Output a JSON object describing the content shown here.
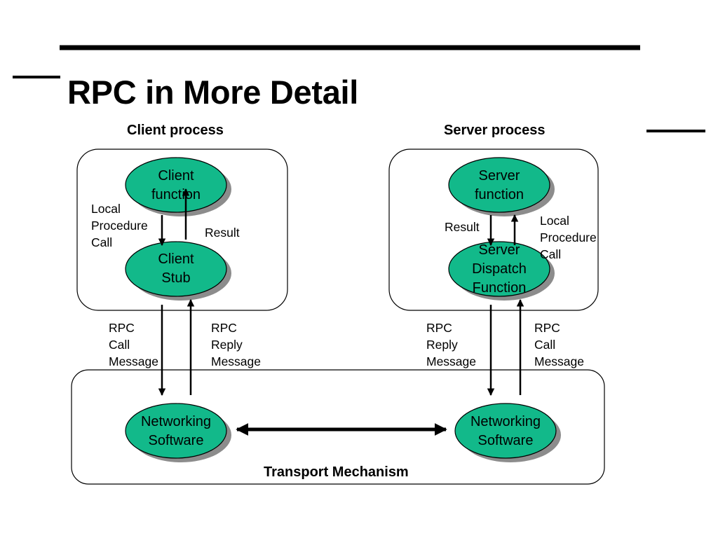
{
  "slide": {
    "title": "RPC in More Detail",
    "colors": {
      "ellipse_fill": "#12b98a",
      "ellipse_shadow": "#8c8c8c",
      "line": "#000000",
      "background": "#ffffff"
    }
  },
  "client": {
    "heading": "Client process",
    "function_node": "Client\nfunction",
    "stub_node": "Client\nStub",
    "local_call_label": "Local\nProcedure\nCall",
    "result_label": "Result",
    "rpc_call_label": "RPC\nCall\nMessage",
    "rpc_reply_label": "RPC\nReply\nMessage"
  },
  "server": {
    "heading": "Server process",
    "function_node": "Server\nfunction",
    "dispatch_node": "Server\nDispatch\nFunction",
    "result_label": "Result",
    "local_call_label": "Local\nProcedure\nCall",
    "rpc_reply_label": "RPC\nReply\nMessage",
    "rpc_call_label": "RPC\nCall\nMessage"
  },
  "transport": {
    "heading": "Transport Mechanism",
    "client_network_node": "Networking\nSoftware",
    "server_network_node": "Networking\nSoftware"
  }
}
